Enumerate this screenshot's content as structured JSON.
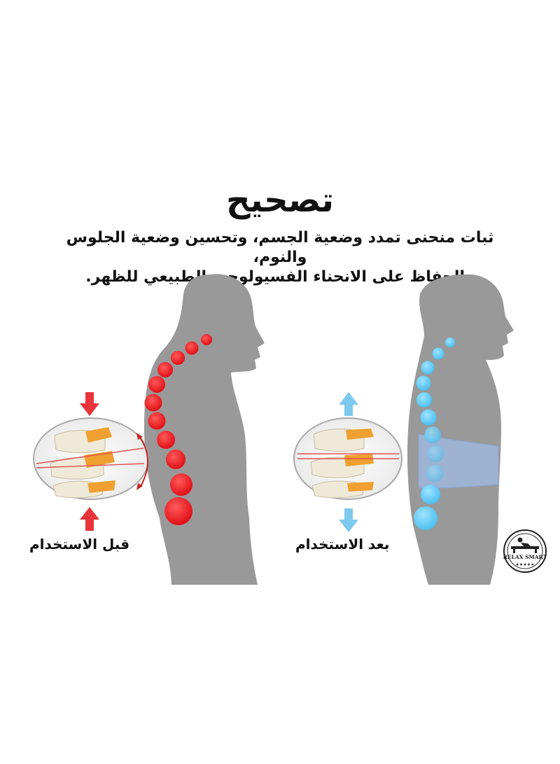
{
  "heading": "تصحيح",
  "description": {
    "line1": "ثبات منحنى تمدد وضعية الجسم، وتحسين وضعية الجلوس والنوم،",
    "line2": "والحفاظ على الانحناء الفسيولوجي الطبيعي للظهر."
  },
  "panels": {
    "before_label": "قبل الاستخدام",
    "after_label": "بعد الاستخدام"
  },
  "brand": {
    "name": "RELAX SMART",
    "stars": "★★★★★"
  },
  "colors": {
    "silhouette": "#999999",
    "before_dots": "#ee1c24",
    "after_dots": "#5bc8f5",
    "belt": "#9fb6dc",
    "arrow_red": "#e8353a",
    "arrow_blue": "#7ec9ee",
    "vertebra_accent": "#f0a030"
  }
}
